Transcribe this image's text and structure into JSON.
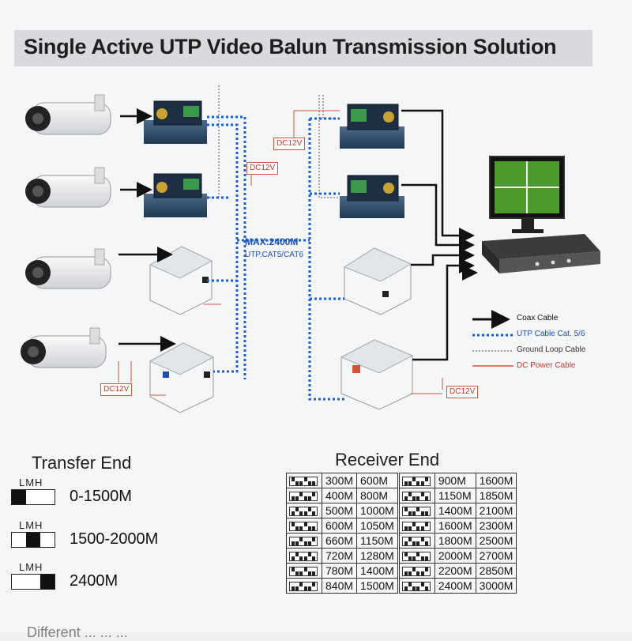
{
  "title": "Single Active UTP Video Balun Transmission Solution",
  "diagram": {
    "dc_labels": [
      "DC12V",
      "DC12V",
      "DC12V",
      "DC12V"
    ],
    "max_label": "MAX:2400M",
    "utp_label": "UTP.CAT5/CAT6",
    "legend": [
      {
        "label": "Coax Cable",
        "style": "arrow"
      },
      {
        "label": "UTP Cable Cat. 5/6",
        "style": "dotted-blue"
      },
      {
        "label": "Ground Loop Cable",
        "style": "dashed-gray"
      },
      {
        "label": "DC Power Cable",
        "style": "solid-red"
      }
    ],
    "colors": {
      "coax": "#111111",
      "utp": "#1d5fd0",
      "ground": "#555555",
      "dc": "#d0553a"
    }
  },
  "transfer": {
    "title": "Transfer End",
    "rows": [
      {
        "lmh": "LMH",
        "range": "0-1500M",
        "position": "low"
      },
      {
        "lmh": "LMH",
        "range": "1500-2000M",
        "position": "mid"
      },
      {
        "lmh": "LMH",
        "range": "2400M",
        "position": "high"
      }
    ]
  },
  "receiver": {
    "title": "Receiver End",
    "left": [
      [
        "300M",
        "600M"
      ],
      [
        "400M",
        "800M"
      ],
      [
        "500M",
        "1000M"
      ],
      [
        "600M",
        "1050M"
      ],
      [
        "660M",
        "1150M"
      ],
      [
        "720M",
        "1280M"
      ],
      [
        "780M",
        "1400M"
      ],
      [
        "840M",
        "1500M"
      ]
    ],
    "right": [
      [
        "900M",
        "1600M"
      ],
      [
        "1150M",
        "1850M"
      ],
      [
        "1400M",
        "2100M"
      ],
      [
        "1600M",
        "2300M"
      ],
      [
        "1800M",
        "2500M"
      ],
      [
        "2000M",
        "2700M"
      ],
      [
        "2200M",
        "2850M"
      ],
      [
        "2400M",
        "3000M"
      ]
    ]
  },
  "cut_text": "Different ... ... ..."
}
